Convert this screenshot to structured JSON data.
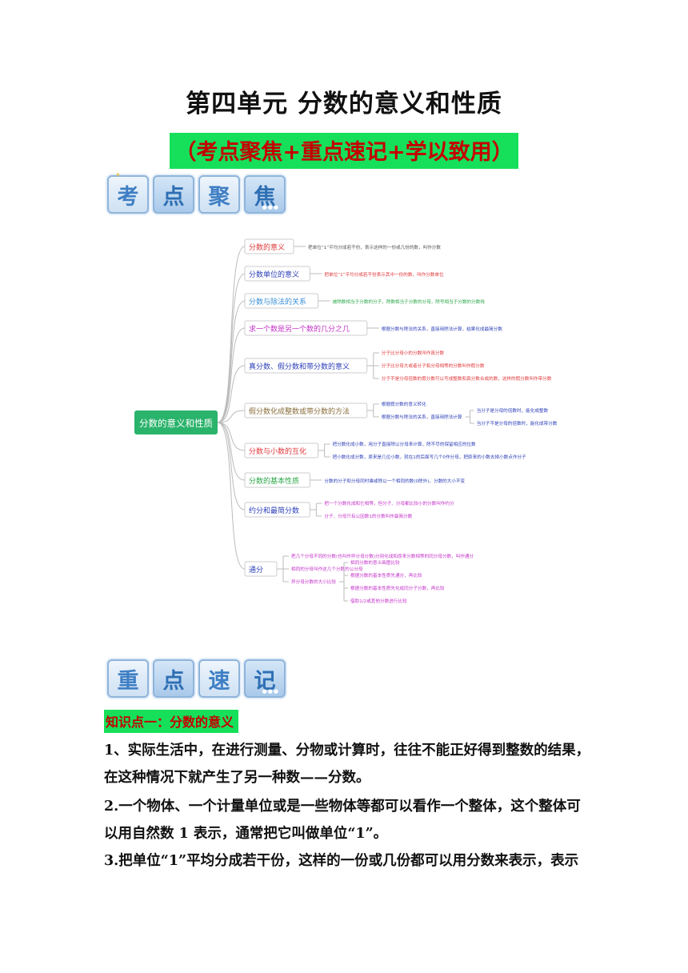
{
  "title": "第四单元 分数的意义和性质",
  "subtitle": "（考点聚焦+重点速记+学以致用）",
  "banner1": [
    "考",
    "点",
    "聚",
    "焦"
  ],
  "banner2": [
    "重",
    "点",
    "速",
    "记"
  ],
  "mindmap": {
    "root": "分数的意义和性质",
    "branches": [
      {
        "label": "分数的意义",
        "color": "#e0383b",
        "leaves": [
          "把单位“1”平均分成若干份，表示这样的一份或几份的数，叫作分数"
        ],
        "leaf_color": "#555"
      },
      {
        "label": "分数单位的意义",
        "color": "#2c3fb8",
        "leaves": [
          "把单位“1”平均分成若干份表示其中一份的数，叫作分数单位"
        ],
        "leaf_color": "#e0383b"
      },
      {
        "label": "分数与除法的关系",
        "color": "#3a8fd6",
        "leaves": [
          "被除数相当于分数的分子，除数相当于分数的分母，除号相当于分数的分数线"
        ],
        "leaf_color": "#2da84a"
      },
      {
        "label": "求一个数是另一个数的几分之几",
        "color": "#c433c9",
        "leaves": [
          "根据分数与除法的关系，直接用除法计算，结果化成最简分数"
        ],
        "leaf_color": "#2c3fb8"
      },
      {
        "label": "真分数、假分数和带分数的意义",
        "color": "#2c3fb8",
        "leaves": [
          "分子比分母小的分数叫作真分数",
          "分子比分母大或者分子和分母相等的分数叫作假分数",
          "分子不是分母倍数的假分数可以写成整数和真分数合成的数，这样的假分数叫作带分数"
        ],
        "leaf_color": "#e0383b"
      },
      {
        "label": "假分数化成整数或带分数的方法",
        "color": "#8a6d3b",
        "leaves": [
          "根据假分数的意义转化",
          "根据分数与除法的关系，直接用除法计算"
        ],
        "sub": [
          "当分子是分母的倍数时，能化成整数",
          "当分子不是分母的倍数时，能化成带分数"
        ],
        "leaf_color": "#2c3fb8"
      },
      {
        "label": "分数与小数的互化",
        "color": "#e0383b",
        "leaves": [
          "把分数化成小数，用分子直接除以分母来计算，除不尽的保留相应的位数",
          "把小数化成分数，原来是几位小数，就在1的后面写几个0作分母，把原来的小数去掉小数点作分子"
        ],
        "leaf_color": "#2c3fb8"
      },
      {
        "label": "分数的基本性质",
        "color": "#2da84a",
        "leaves": [
          "分数的分子和分母同时乘或除以一个相同的数(0除外)，分数的大小不变"
        ],
        "leaf_color": "#2c3fb8"
      },
      {
        "label": "约分和最简分数",
        "color": "#2c3fb8",
        "leaves": [
          "把一个分数化成和它相等，但分子、分母都比较小的分数叫作约分",
          "分子、分母只有公因数1的分数叫作最简分数"
        ],
        "leaf_color": "#c433c9"
      },
      {
        "label": "通分",
        "color": "#2c3fb8",
        "leaves": [
          "把几个分母不同的分数(也叫作异分母分数)分别化成和原来分数相等的同分母分数，叫作通分",
          "相同的分母叫作这几个分数的公分母",
          "异分母分数的大小比较"
        ],
        "sub": [
          "相同分数的意义画图比较",
          "根据分数的基本性质先通分，再比较",
          "根据分数的基本性质先化成同分子分数，再比较",
          "借助1/2或其他分数进行比较"
        ],
        "leaf_color": "#c433c9"
      }
    ]
  },
  "section_heading": "知识点一：分数的意义",
  "paragraphs": [
    "1、实际生活中，在进行测量、分物或计算时，往往不能正好得到整数的结果，",
    "在这种情况下就产生了另一种数——分数。",
    "2.一个物体、一个计量单位或是一些物体等都可以看作一个整体，这个整体可",
    "以用自然数 1 表示，通常把它叫做单位“1”。",
    "3.把单位“1”平均分成若干份，这样的一份或几份都可以用分数来表示，表示"
  ]
}
